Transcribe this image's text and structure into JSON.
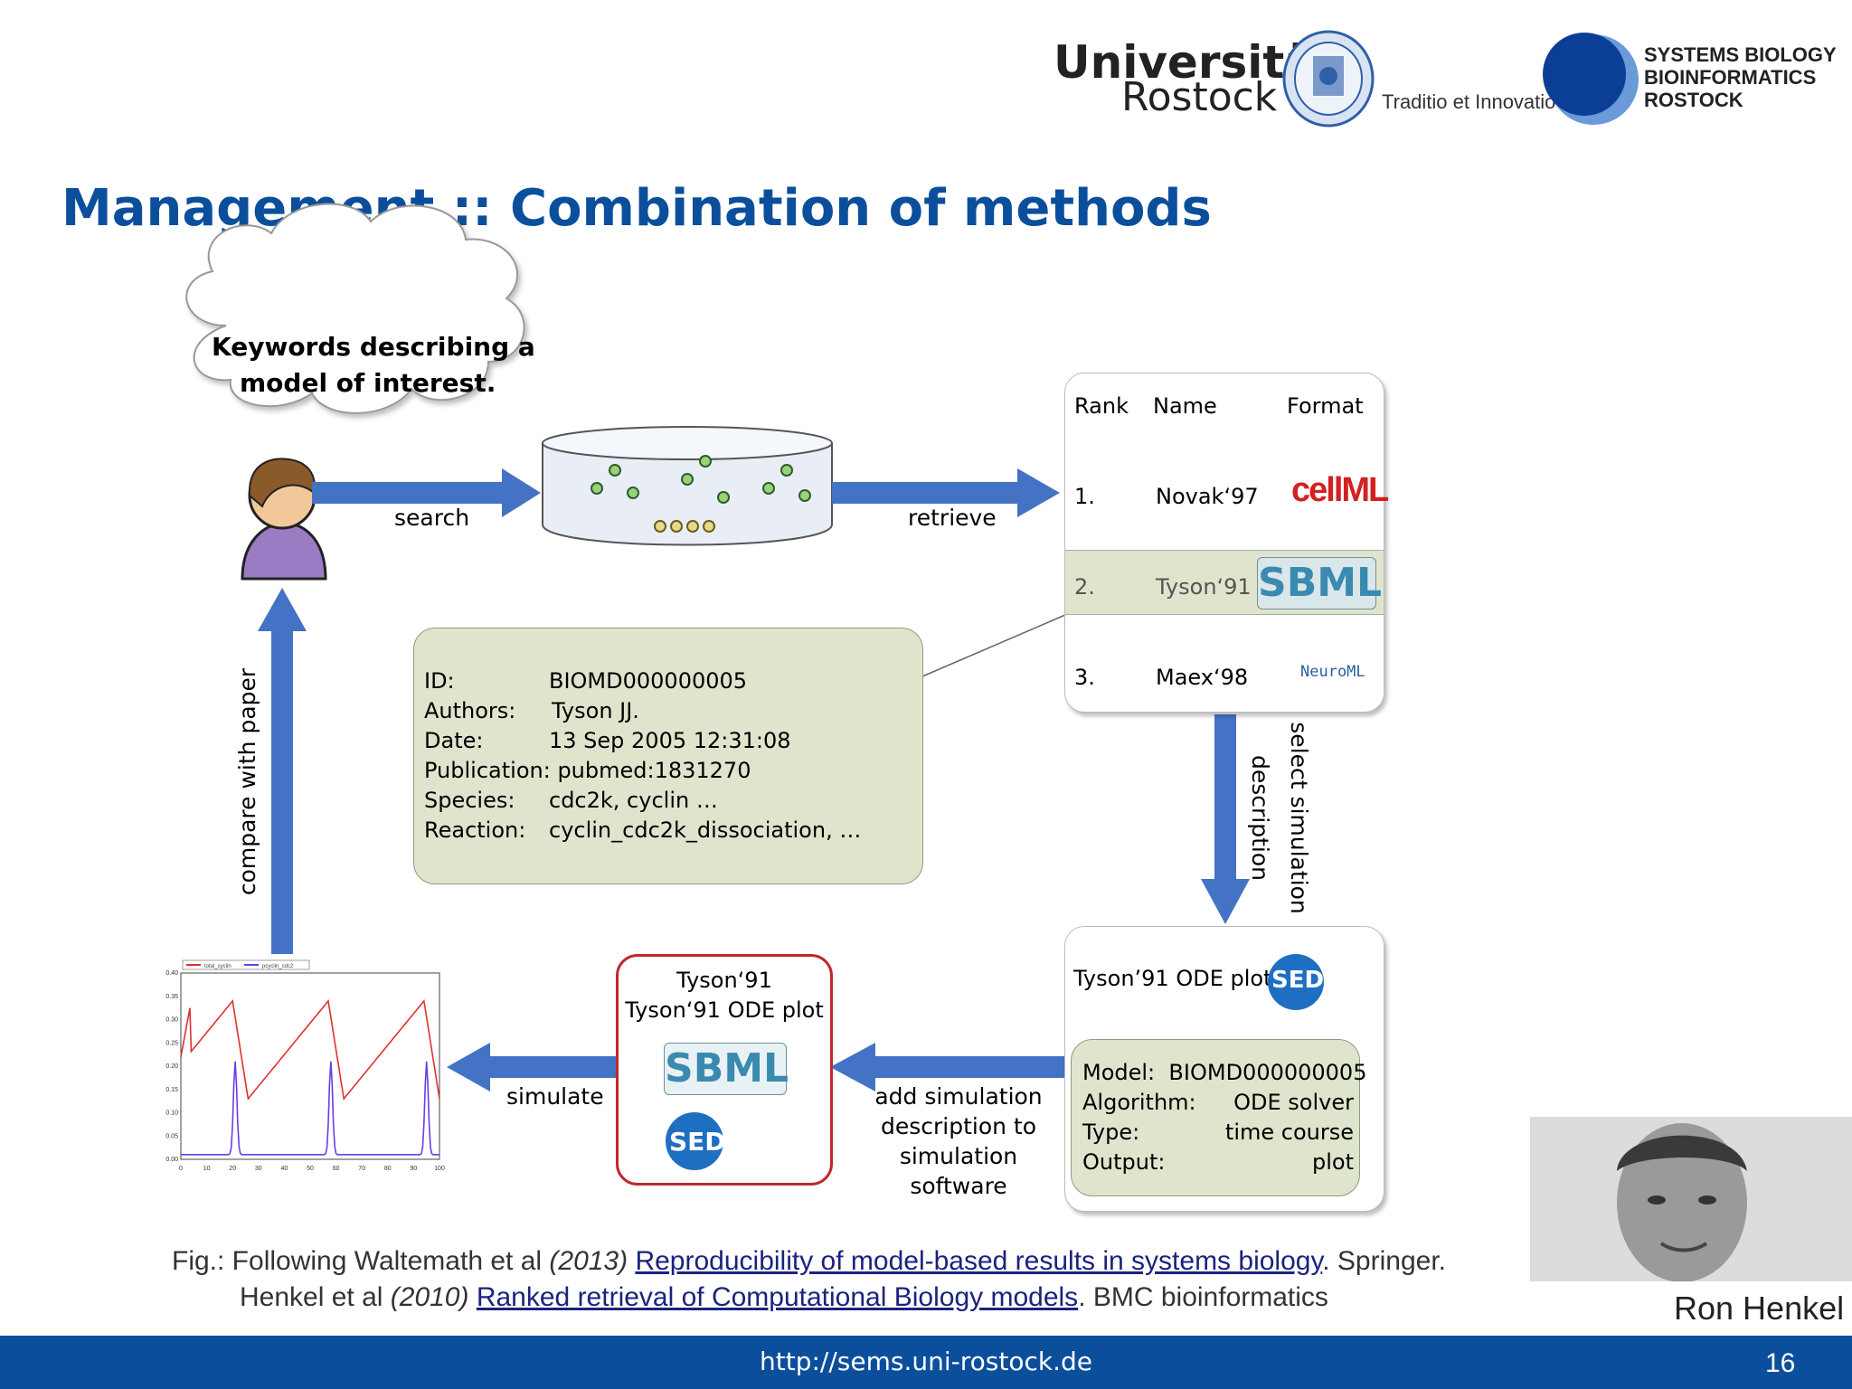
{
  "header": {
    "university_line1": "Universität",
    "university_line2": "Rostock",
    "motto": "Traditio et Innovatio",
    "group_line1": "SYSTEMS BIOLOGY",
    "group_line2": "BIOINFORMATICS",
    "group_line3": "ROSTOCK"
  },
  "slide": {
    "title": "Management :: Combination of methods",
    "page_number": "16",
    "footer_url": "http://sems.uni-rostock.de",
    "presenter": "Ron Henkel"
  },
  "diagram": {
    "cloud_line1": "Keywords describing a",
    "cloud_line2": "model of interest.",
    "search_label": "search",
    "retrieve_label": "retrieve",
    "compare_label": "compare with paper",
    "select_label_line1": "select simulation",
    "select_label_line2": "description",
    "simulate_label": "simulate",
    "add_sim_line1": "add simulation",
    "add_sim_line2": "description to",
    "add_sim_line3": "simulation software",
    "ranking": {
      "headers": [
        "Rank",
        "Name",
        "Format"
      ],
      "rows": [
        {
          "rank": "1.",
          "name": "Novak‘97",
          "format": "cellML"
        },
        {
          "rank": "2.",
          "name": "Tyson‘91",
          "format": "SBML"
        },
        {
          "rank": "3.",
          "name": "Maex‘98",
          "format": "NeuroML"
        }
      ]
    },
    "metadata": [
      {
        "key": "ID:",
        "value": "BIOMD000000005"
      },
      {
        "key": "Authors:",
        "value": "Tyson JJ."
      },
      {
        "key": "Date:",
        "value": "13 Sep 2005 12:31:08"
      },
      {
        "key": "Publication:",
        "value": "pubmed:1831270"
      },
      {
        "key": "Species:",
        "value": "cdc2k, cyclin …"
      },
      {
        "key": "Reaction:",
        "value": "cyclin_cdc2k_dissociation, …"
      }
    ],
    "sedml_box": {
      "title": "Tyson’91 ODE plot",
      "logo": "SED ML",
      "rows": [
        {
          "key": "Model:",
          "value": "BIOMD000000005"
        },
        {
          "key": "Algorithm:",
          "value": "ODE solver"
        },
        {
          "key": "Type:",
          "value": "time course"
        },
        {
          "key": "Output:",
          "value": "plot"
        }
      ]
    },
    "sim_box": {
      "line1": "Tyson‘91",
      "line2": "Tyson‘91 ODE plot",
      "logo1": "SBML",
      "logo2": "SED ML"
    },
    "plot": {
      "legend": [
        "total_cyclin",
        "pcyclin_cdc2"
      ],
      "y_ticks": [
        "0.40",
        "0.35",
        "0.30",
        "0.25",
        "0.20",
        "0.15",
        "0.10",
        "0.05",
        "0.00"
      ],
      "x_ticks": [
        "0",
        "10",
        "20",
        "30",
        "40",
        "50",
        "60",
        "70",
        "80",
        "90",
        "100"
      ],
      "colors": {
        "series1": "#e03030",
        "series2": "#6a3de8"
      }
    }
  },
  "citation": {
    "line1_prefix": "Fig.: Following Waltemath et al ",
    "line1_year": "(2013) ",
    "line1_link": "Reproducibility of model-based results in systems biology",
    "line1_suffix": ". Springer.",
    "line2_prefix": "Henkel et al ",
    "line2_year": "(2010) ",
    "line2_link": "Ranked retrieval of Computational Biology models",
    "line2_suffix": ". BMC bioinformatics"
  },
  "colors": {
    "brand_blue": "#0b4f9c",
    "arrow_blue": "#4472c4",
    "box_green": "#dfe5cd",
    "sim_red": "#c0282d"
  }
}
